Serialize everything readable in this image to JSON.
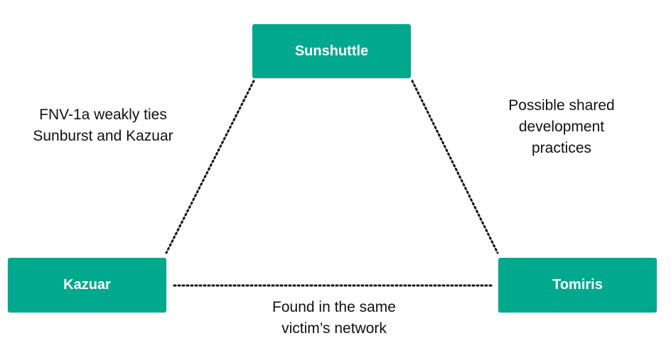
{
  "nodes": {
    "top": "Sunshuttle",
    "left": "Kazuar",
    "right": "Tomiris"
  },
  "edge_labels": {
    "left_edge": [
      "FNV-1a weakly ties",
      "Sunburst and Kazuar"
    ],
    "right_edge": [
      "Possible shared",
      "development",
      "practices"
    ],
    "bottom_edge": [
      "Found in the same",
      "victim’s network"
    ]
  },
  "colors": {
    "node_fill": "#00a88e",
    "node_text": "#ffffff",
    "edge_line": "#111111"
  }
}
